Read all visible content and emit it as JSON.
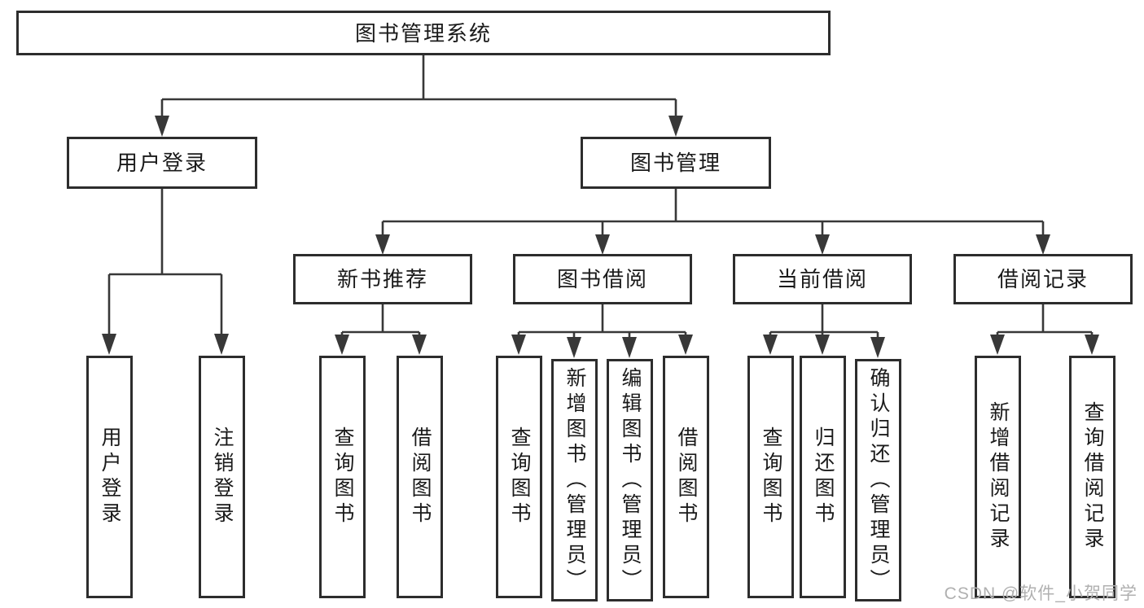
{
  "colors": {
    "background": "#ffffff",
    "line": "#383838",
    "border": "#2d2d2d",
    "text": "#1a1a1a",
    "watermark": "#b0b0b0"
  },
  "tree": {
    "root": "图书管理系统",
    "children": [
      {
        "label": "用户登录",
        "children": [
          "用户登录",
          "注销登录"
        ]
      },
      {
        "label": "图书管理",
        "children": [
          {
            "label": "新书推荐",
            "children": [
              "查询图书",
              "借阅图书"
            ]
          },
          {
            "label": "图书借阅",
            "children": [
              "查询图书",
              "新增图书（管理员）",
              "编辑图书（管理员）",
              "借阅图书"
            ]
          },
          {
            "label": "当前借阅",
            "children": [
              "查询图书",
              "归还图书",
              "确认归还（管理员）"
            ]
          },
          {
            "label": "借阅记录",
            "children": [
              "新增借阅记录",
              "查询借阅记录"
            ]
          }
        ]
      }
    ]
  },
  "watermark": "CSDN @软件_小贺同学"
}
